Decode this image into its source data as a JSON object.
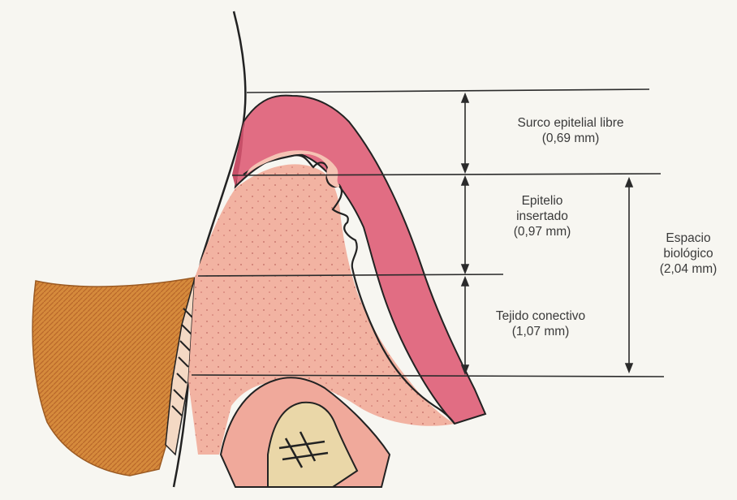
{
  "labels": {
    "surco": {
      "name": "Surco epitelial libre",
      "value": "(0,69 mm)"
    },
    "epitelio": {
      "line1": "Epitelio",
      "line2": "insertado",
      "value": "(0,97 mm)"
    },
    "tejido": {
      "name": "Tejido conectivo",
      "value": "(1,07 mm)"
    },
    "espacio": {
      "line1": "Espacio",
      "line2": "biológico",
      "value": "(2,04 mm)"
    }
  },
  "colors": {
    "background": "#f7f6f1",
    "gingiva_pink": "#e06a7f",
    "connective_tissue": "#f2b09e",
    "bone": "#e9d6a6",
    "tooth_enamel": "#c8782f",
    "lines": "#2b2b2b"
  }
}
